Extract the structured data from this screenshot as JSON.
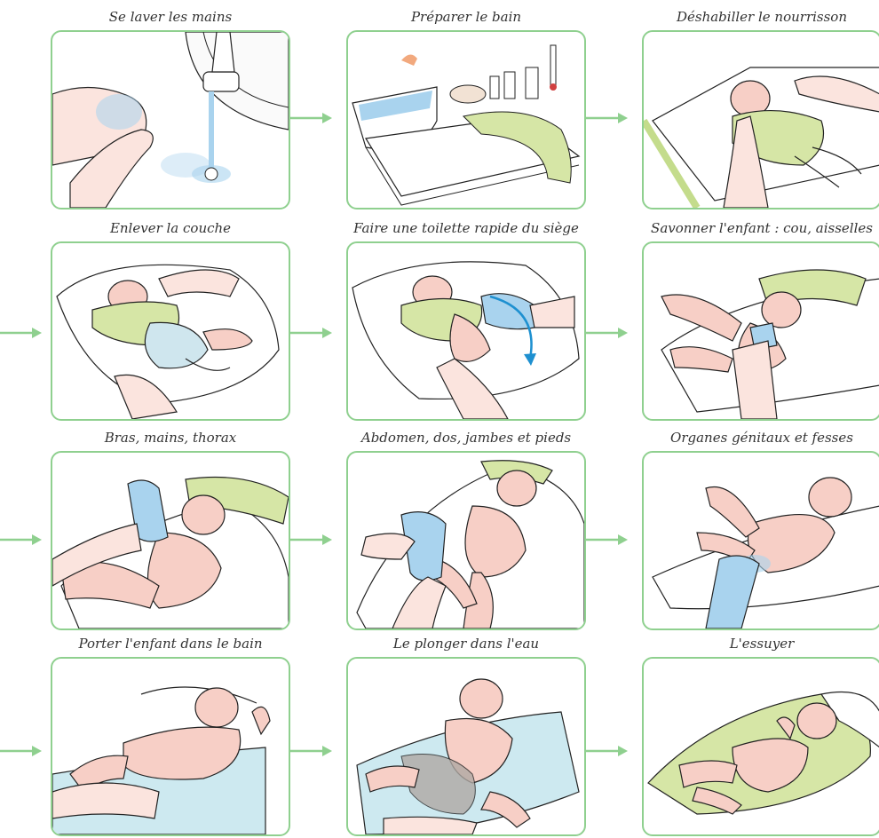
{
  "colors": {
    "border": "#8fd08f",
    "arrow": "#8fd08f",
    "skin": "#f7cfc6",
    "towel": "#d6e6a6",
    "glove": "#a9d3ee",
    "water": "#cde9f0",
    "caption": "#333333"
  },
  "steps": [
    {
      "caption": "Se laver les mains",
      "scene": "hand-washing"
    },
    {
      "caption": "Préparer le bain",
      "scene": "bath-preparation"
    },
    {
      "caption": "Déshabiller le nourrisson",
      "scene": "undressing-baby"
    },
    {
      "caption": "Enlever la couche",
      "scene": "removing-diaper"
    },
    {
      "caption": "Faire une toilette rapide du siège",
      "scene": "quick-bottom-wash"
    },
    {
      "caption": "Savonner l'enfant : cou, aisselles",
      "scene": "soaping-neck-armpits"
    },
    {
      "caption": "Bras, mains, thorax",
      "scene": "washing-arms-chest"
    },
    {
      "caption": "Abdomen, dos, jambes et pieds",
      "scene": "washing-belly-legs"
    },
    {
      "caption": "Organes génitaux et fesses",
      "scene": "washing-genitals"
    },
    {
      "caption": "Porter l'enfant dans le bain",
      "scene": "carrying-to-bath"
    },
    {
      "caption": "Le plonger dans l'eau",
      "scene": "immersing-baby"
    },
    {
      "caption": "L'essuyer",
      "scene": "drying-baby"
    }
  ],
  "arrows": [
    "flow-arrow",
    "flow-arrow",
    "flow-arrow",
    "flow-arrow",
    "flow-arrow",
    "flow-arrow",
    "flow-arrow",
    "flow-arrow",
    "flow-arrow",
    "flow-arrow",
    "flow-arrow"
  ]
}
